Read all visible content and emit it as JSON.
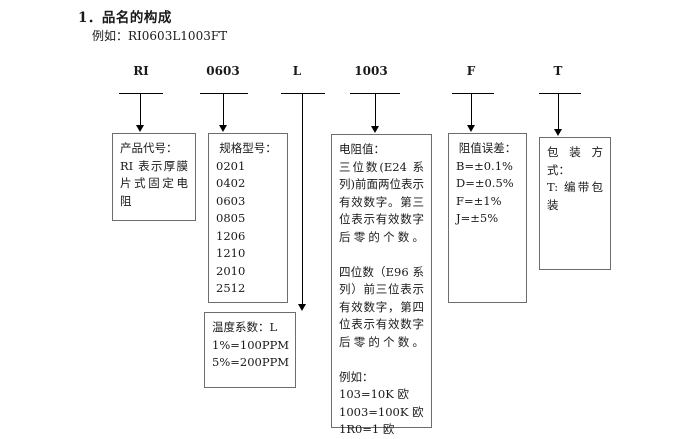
{
  "document": {
    "section_number": "1．",
    "title": "品名的构成",
    "example_label": "例如：",
    "example_part_number": "RI0603L1003FT"
  },
  "part_code_segments": [
    {
      "code": "RI",
      "name": "segment-product-code"
    },
    {
      "code": "0603",
      "name": "segment-size"
    },
    {
      "code": "L",
      "name": "segment-temp-coefficient"
    },
    {
      "code": "1003",
      "name": "segment-resistance"
    },
    {
      "code": "F",
      "name": "segment-tolerance"
    },
    {
      "code": "T",
      "name": "segment-packaging"
    }
  ],
  "boxes": {
    "product_code": {
      "title": "产品代号：",
      "body": "RI 表示厚膜片式固定电阻"
    },
    "size": {
      "title": "规格型号：",
      "sizes": [
        "0201",
        "0402",
        "0603",
        "0805",
        "1206",
        "1210",
        "2010",
        "2512"
      ]
    },
    "temperature_coefficient": {
      "title": "温度系数：L",
      "lines": [
        "1%=100PPM",
        "5%=200PPM"
      ]
    },
    "resistance": {
      "title": "电阻值：",
      "para_e24": "三位数(E24 系列)前面两位表示有效数字。第三位表示有效数字后零的个数。",
      "para_e96": "四位数（E96 系列）前三位表示有效数字，第四位表示有效数字后零的个数。",
      "example_label": "例如：",
      "examples": [
        "103=10K 欧",
        "1003=100K 欧",
        "1R0=1 欧"
      ]
    },
    "tolerance": {
      "title": "阻值误差：",
      "items": [
        "B=±0.1%",
        "D=±0.5%",
        "F=±1%",
        "J=±5%"
      ]
    },
    "packaging": {
      "title": "包装方式：",
      "body": "T: 编带包装"
    }
  }
}
